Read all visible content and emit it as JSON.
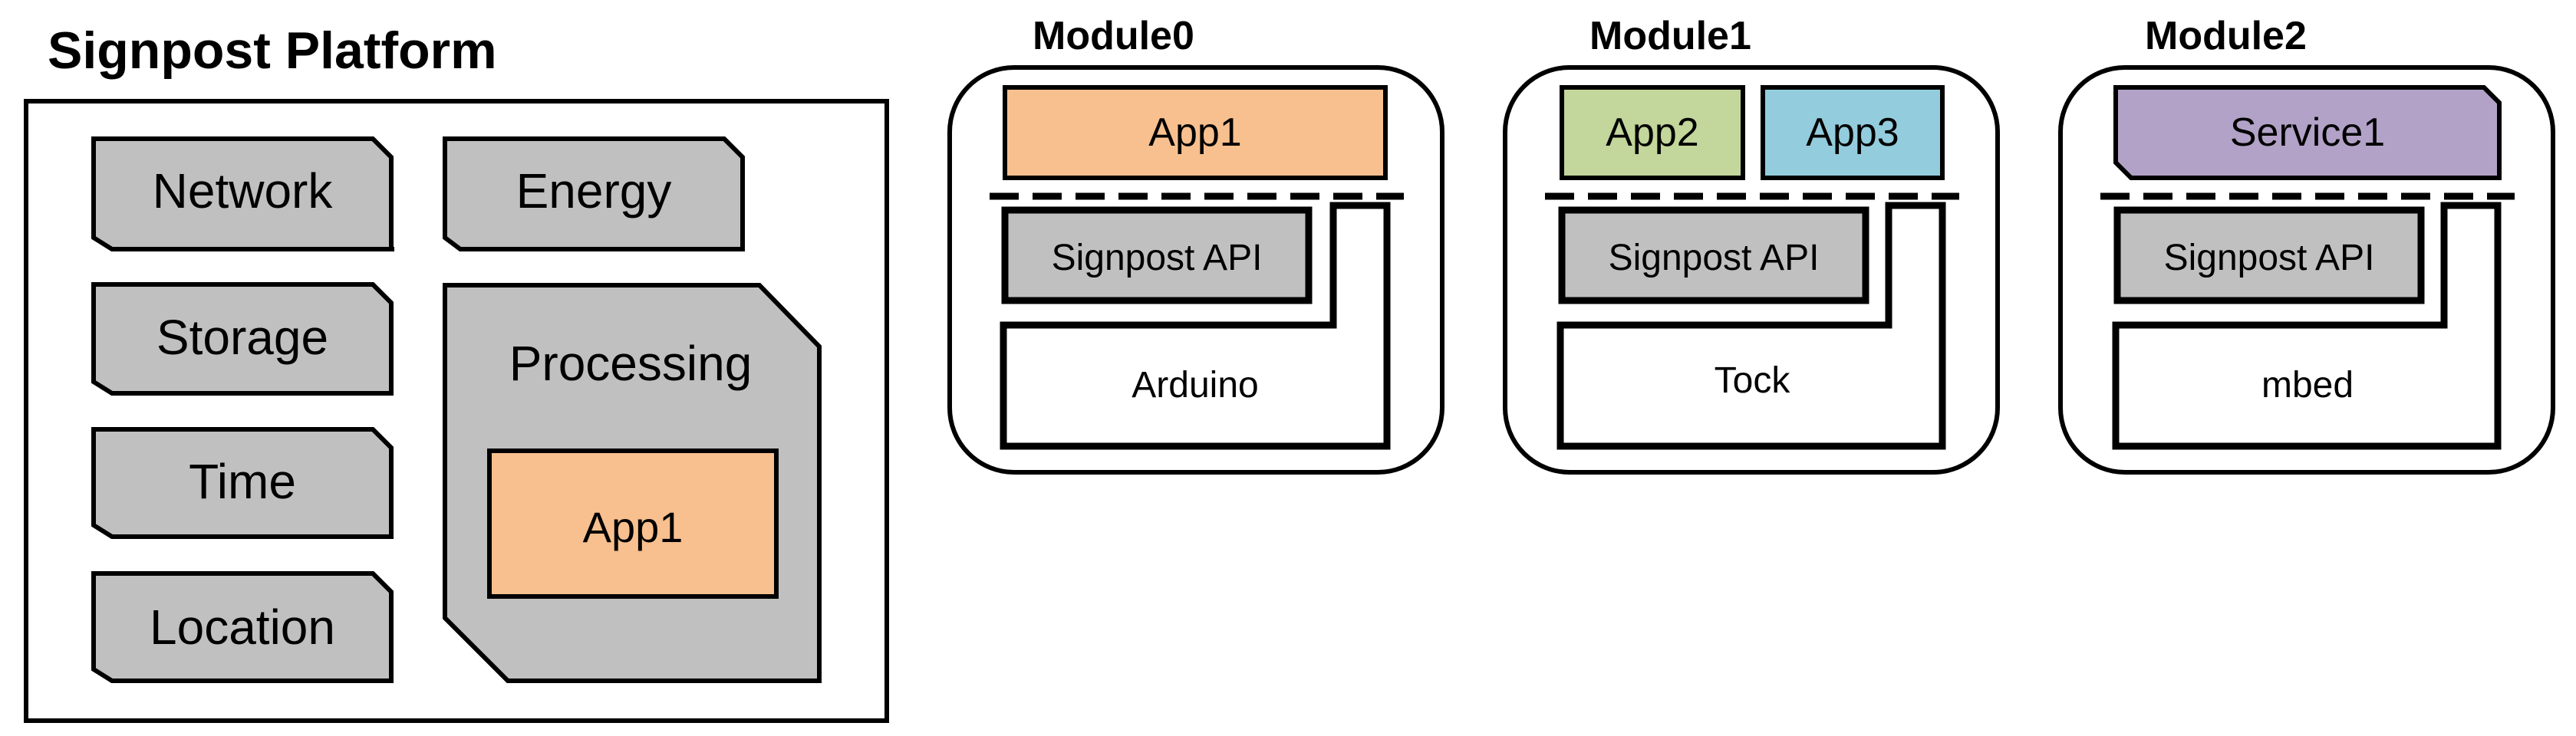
{
  "platform": {
    "title": "Signpost Platform",
    "services": [
      "Network",
      "Energy",
      "Storage",
      "Time",
      "Location"
    ],
    "processing": {
      "label": "Processing",
      "app": "App1"
    }
  },
  "modules": [
    {
      "title": "Module0",
      "apps": [
        "App1"
      ],
      "api": "Signpost API",
      "os": "Arduino"
    },
    {
      "title": "Module1",
      "apps": [
        "App2",
        "App3"
      ],
      "api": "Signpost API",
      "os": "Tock"
    },
    {
      "title": "Module2",
      "apps": [
        "Service1"
      ],
      "api": "Signpost API",
      "os": "mbed"
    }
  ],
  "colors": {
    "app_orange": "#F8C08F",
    "app_green": "#C3D69B",
    "app_blue": "#93CDDD",
    "service_purple": "#B2A2C7",
    "block_gray": "#C0C0C0",
    "stroke": "#000000"
  }
}
